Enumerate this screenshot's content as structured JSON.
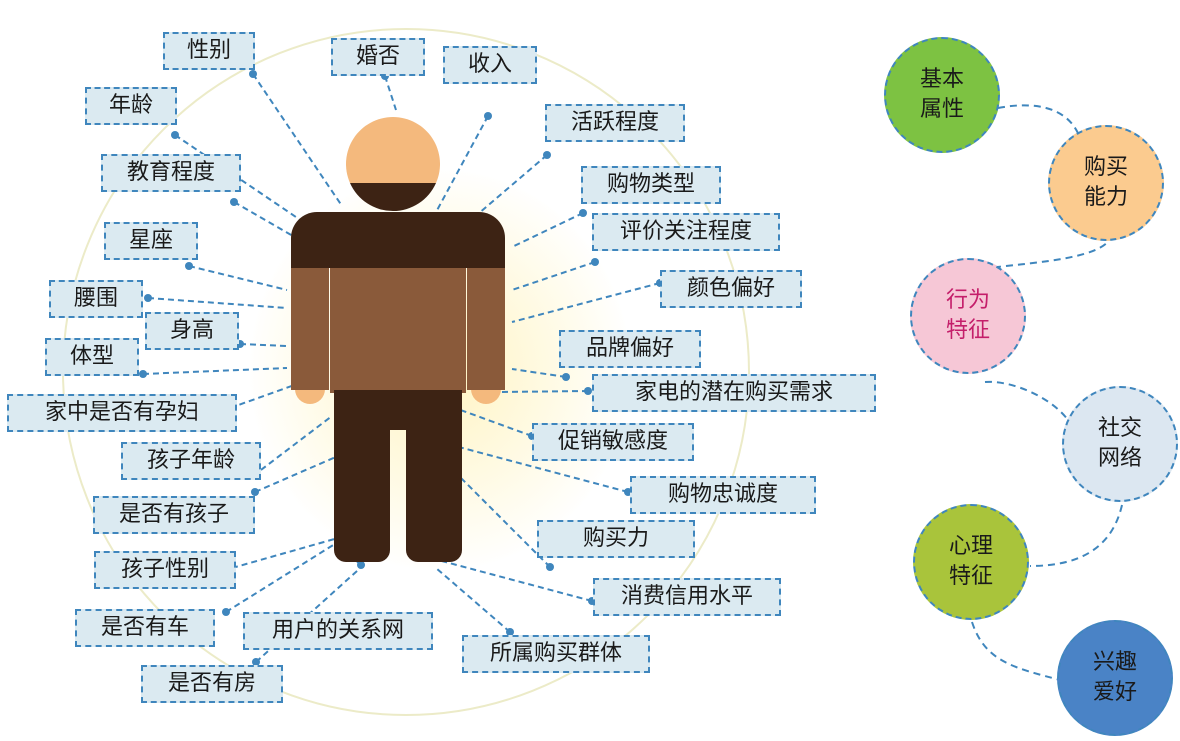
{
  "person_labels": [
    {
      "id": "gender",
      "text": "性别"
    },
    {
      "id": "marital",
      "text": "婚否"
    },
    {
      "id": "income",
      "text": "收入"
    },
    {
      "id": "age",
      "text": "年龄"
    },
    {
      "id": "activity",
      "text": "活跃程度"
    },
    {
      "id": "education",
      "text": "教育程度"
    },
    {
      "id": "shopping_type",
      "text": "购物类型"
    },
    {
      "id": "zodiac",
      "text": "星座"
    },
    {
      "id": "review_attention",
      "text": "评价关注程度"
    },
    {
      "id": "color_pref",
      "text": "颜色偏好"
    },
    {
      "id": "waist",
      "text": "腰围"
    },
    {
      "id": "height",
      "text": "身高"
    },
    {
      "id": "body_type",
      "text": "体型"
    },
    {
      "id": "brand_pref",
      "text": "品牌偏好"
    },
    {
      "id": "appliance_need",
      "text": "家电的潜在购买需求"
    },
    {
      "id": "pregnant",
      "text": "家中是否有孕妇"
    },
    {
      "id": "promo_sensitivity",
      "text": "促销敏感度"
    },
    {
      "id": "child_age",
      "text": "孩子年龄"
    },
    {
      "id": "loyalty",
      "text": "购物忠诚度"
    },
    {
      "id": "has_child",
      "text": "是否有孩子"
    },
    {
      "id": "purchasing_power",
      "text": "购买力"
    },
    {
      "id": "child_gender",
      "text": "孩子性别"
    },
    {
      "id": "credit",
      "text": "消费信用水平"
    },
    {
      "id": "has_car",
      "text": "是否有车"
    },
    {
      "id": "relationship_net",
      "text": "用户的关系网"
    },
    {
      "id": "buyer_group",
      "text": "所属购买群体"
    },
    {
      "id": "has_house",
      "text": "是否有房"
    }
  ],
  "categories": [
    {
      "id": "basic",
      "lines": [
        "基本",
        "属性"
      ],
      "color": "#7dc242",
      "text_color": "#1a1a1a"
    },
    {
      "id": "buying",
      "lines": [
        "购买",
        "能力"
      ],
      "color": "#fbcb8f",
      "text_color": "#1a1a1a"
    },
    {
      "id": "behavior",
      "lines": [
        "行为",
        "特征"
      ],
      "color": "#f6c7d6",
      "text_color": "#c41e6a"
    },
    {
      "id": "social",
      "lines": [
        "社交",
        "网络"
      ],
      "color": "#dce7f1",
      "text_color": "#1a1a1a"
    },
    {
      "id": "psych",
      "lines": [
        "心理",
        "特征"
      ],
      "color": "#a9c43b",
      "text_color": "#1a1a1a"
    },
    {
      "id": "interest",
      "lines": [
        "兴趣",
        "爱好"
      ],
      "color": "#4a83c6",
      "text_color": "#1a1a1a"
    }
  ],
  "colors": {
    "accent_line": "#3f86bd",
    "label_fill": "#dbeaf1",
    "skin": "#f4b97d",
    "hair": "#3d2314",
    "shirt_top": "#3d2314",
    "shirt_bottom": "#8a5a3a",
    "legs": "#3d2314"
  }
}
